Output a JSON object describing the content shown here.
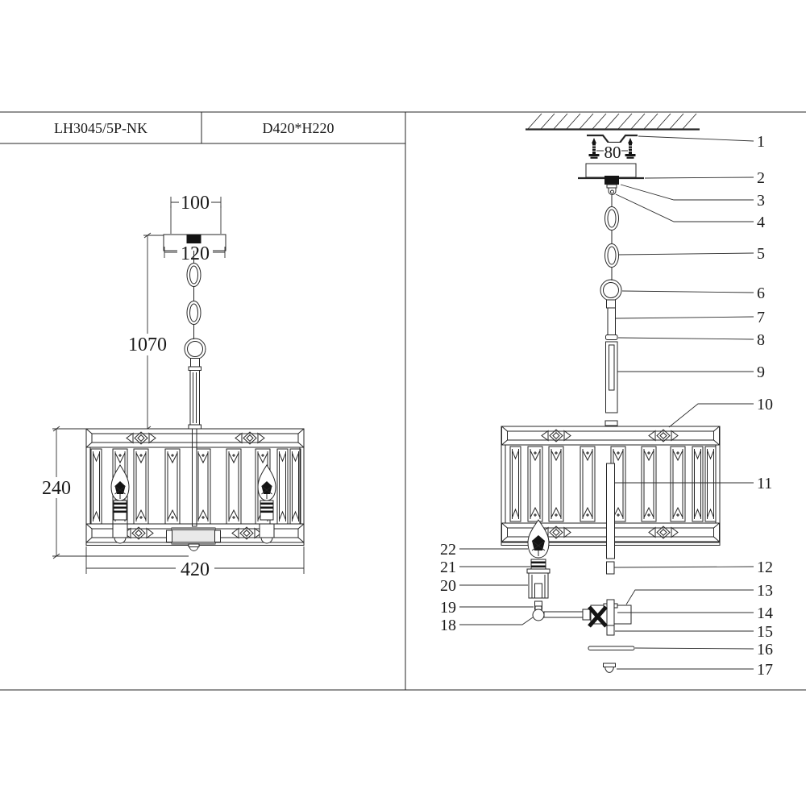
{
  "header": {
    "model": "LH3045/5P-NK",
    "size": "D420*H220"
  },
  "front_view": {
    "dim_hang_width": "100",
    "dim_canopy_width": "120",
    "dim_total_height": "1070",
    "dim_shade_height": "240",
    "dim_shade_diameter": "420"
  },
  "exploded_view": {
    "dim_screw_spacing": "80",
    "parts": [
      "1",
      "2",
      "3",
      "4",
      "5",
      "6",
      "7",
      "8",
      "9",
      "10",
      "11",
      "12",
      "13",
      "14",
      "15",
      "16",
      "17",
      "18",
      "19",
      "20",
      "21",
      "22"
    ]
  }
}
